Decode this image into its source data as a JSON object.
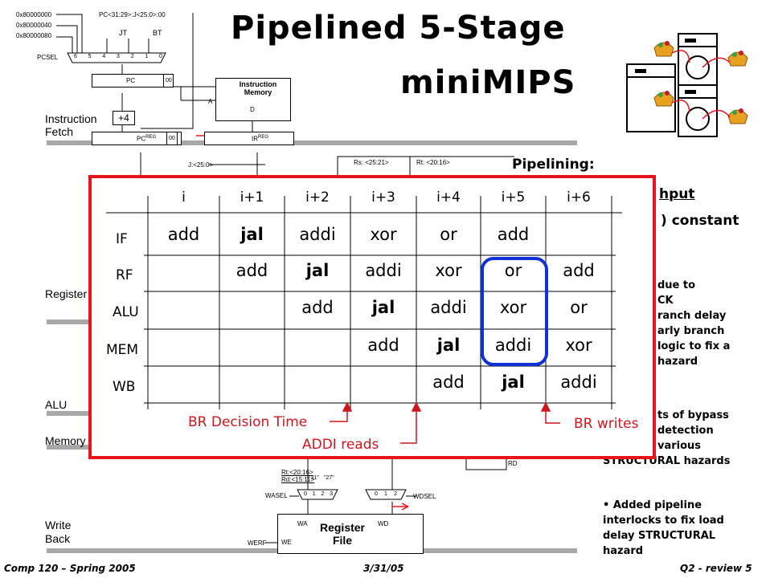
{
  "title": {
    "line1": "Pipelined 5-Stage",
    "line2": "miniMIPS"
  },
  "datapath": {
    "addr1": "0x80000000",
    "addr2": "0x80000040",
    "addr3": "0x80000080",
    "pc_concat": "PC<31:29>:J<25:0>:00",
    "jt": "JT",
    "bt": "BT",
    "pcsel": "PCSEL",
    "pcsel_inputs": [
      "6",
      "5",
      "4",
      "3",
      "2",
      "1",
      "0"
    ],
    "pc": "PC",
    "zeros": "00",
    "imem_title": "Instruction Memory",
    "imem_a": "A",
    "imem_d": "D",
    "plus4": "+4",
    "if_label": "Instruction Fetch",
    "pcreg": "PC",
    "pcreg_sup": "REG",
    "irreg": "IR",
    "irreg_sup": "REG",
    "j_field": "J:<25:0>",
    "rs_field": "Rs: <25:21>",
    "rt_field": "Rt: <20:16>",
    "reg_label": "Register File",
    "alu_label": "ALU",
    "mem_label": "Memory",
    "wb_label": "Write Back",
    "rt2": "Rt:<20:16>",
    "rd": "Rd:<15:11>",
    "c31": "\"31\"",
    "c27": "\"27\"",
    "wasel": "WASEL",
    "wasel_inputs": [
      "0",
      "1",
      "2",
      "3"
    ],
    "wdsel": "WDSEL",
    "wdsel_inputs": [
      "0",
      "1",
      "2"
    ],
    "rd_out": "RD",
    "rf_title": "Register File",
    "wa": "WA",
    "wd": "WD",
    "werf": "WERF",
    "we": "WE"
  },
  "bullets": {
    "pipelining": "Pipelining:",
    "throughput": "hput",
    "constant": ") constant",
    "b1": [
      "due to",
      "CK",
      "ranch delay",
      "arly branch",
      "logic to fix a",
      "hazard"
    ],
    "b2": [
      "ts of bypass",
      "detection",
      "various",
      "STRUCTURAL hazards"
    ],
    "b3": [
      "• Added pipeline",
      "interlocks to fix load",
      "delay STRUCTURAL",
      "hazard"
    ]
  },
  "table": {
    "columns": [
      "i",
      "i+1",
      "i+2",
      "i+3",
      "i+4",
      "i+5",
      "i+6"
    ],
    "rows": [
      {
        "stage": "IF",
        "cells": [
          "add",
          "jal",
          "addi",
          "xor",
          "or",
          "add",
          ""
        ]
      },
      {
        "stage": "RF",
        "cells": [
          "",
          "add",
          "jal",
          "addi",
          "xor",
          "or",
          "add"
        ]
      },
      {
        "stage": "ALU",
        "cells": [
          "",
          "",
          "add",
          "jal",
          "addi",
          "xor",
          "or"
        ]
      },
      {
        "stage": "MEM",
        "cells": [
          "",
          "",
          "",
          "add",
          "jal",
          "addi",
          "xor"
        ]
      },
      {
        "stage": "WB",
        "cells": [
          "",
          "",
          "",
          "",
          "add",
          "jal",
          "addi"
        ]
      }
    ],
    "bold_word": "jal"
  },
  "annotations": {
    "br_decision": "BR Decision Time",
    "addi_reads": "ADDI reads",
    "br_writes": "BR writes"
  },
  "colors": {
    "overlay_border": "#e8141b",
    "annotation": "#d0161c",
    "highlight": "#1030d8",
    "bus": "#a0a0a0"
  },
  "footer": {
    "course": "Comp 120 – Spring 2005",
    "date": "3/31/05",
    "page": "Q2 - review  5"
  }
}
